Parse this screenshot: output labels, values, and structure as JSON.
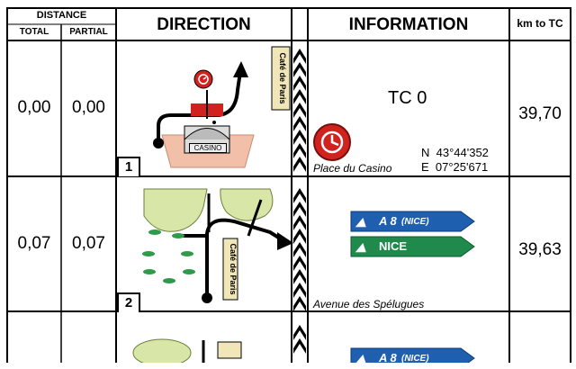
{
  "header": {
    "distance": "DISTANCE",
    "total": "TOTAL",
    "partial": "PARTIAL",
    "direction": "DIRECTION",
    "information": "INFORMATION",
    "km_to_tc": "km to TC"
  },
  "rows": [
    {
      "total": "0,00",
      "partial": "0,00",
      "step": "1",
      "tc": "TC 0",
      "place": "Place du Casino",
      "lat": "N  43°44'352",
      "lon": "E  07°25'671",
      "km": "39,70",
      "labels": {
        "cafe": "Café de Paris",
        "casino": "CASINO"
      }
    },
    {
      "total": "0,07",
      "partial": "0,07",
      "step": "2",
      "place": "Avenue des Spélugues",
      "km": "39,63",
      "labels": {
        "cafe": "Café de Paris"
      },
      "signs": [
        {
          "road": "A 8",
          "detail": "(NICE)",
          "color": "#1f5fb0"
        },
        {
          "road": "NICE",
          "detail": "",
          "color": "#1f8a4c"
        }
      ]
    },
    {
      "signs": [
        {
          "road": "A 8",
          "detail": "(NICE)",
          "color": "#1f5fb0"
        }
      ]
    }
  ]
}
